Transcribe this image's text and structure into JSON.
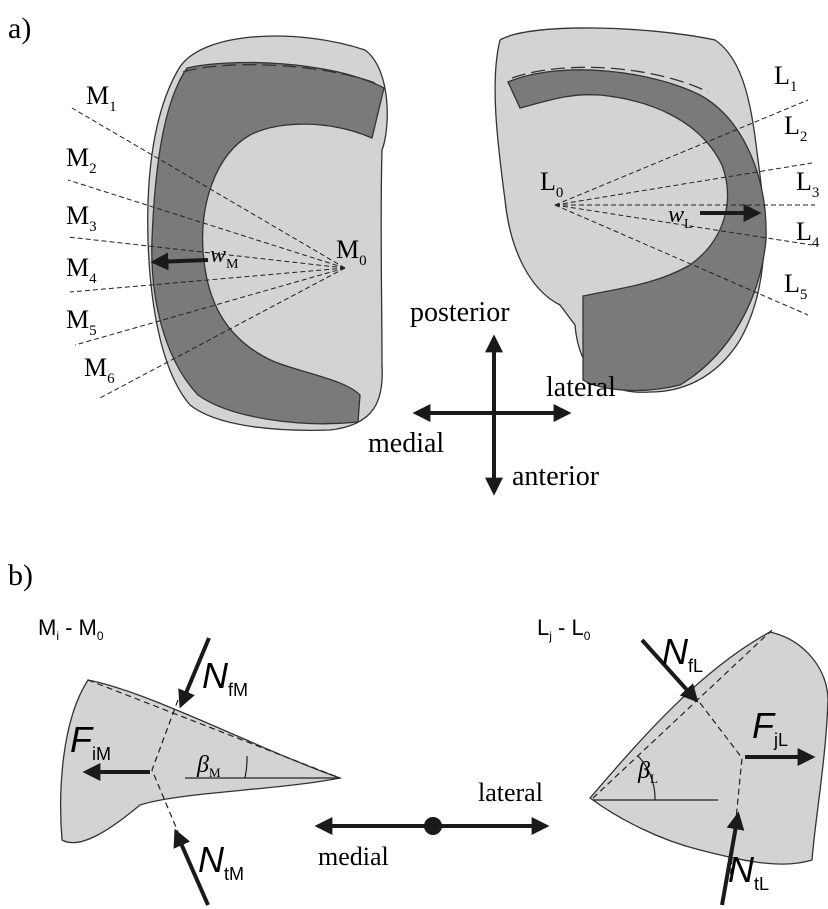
{
  "panel_a": {
    "label": "a)",
    "medial_lines": [
      "M",
      "M",
      "M",
      "M",
      "M",
      "M"
    ],
    "medial_subs": [
      "1",
      "2",
      "3",
      "4",
      "5",
      "6"
    ],
    "medial_center": "M",
    "medial_center_sub": "0",
    "lateral_lines": [
      "L",
      "L",
      "L",
      "L",
      "L"
    ],
    "lateral_subs": [
      "1",
      "2",
      "3",
      "4",
      "5"
    ],
    "lateral_center": "L",
    "lateral_center_sub": "0",
    "w_medial": "w",
    "w_medial_sub": "M",
    "w_lateral": "w",
    "w_lateral_sub": "L",
    "directions": {
      "posterior": "posterior",
      "lateral": "lateral",
      "medial": "medial",
      "anterior": "anterior"
    }
  },
  "panel_b": {
    "label": "b)",
    "left_section": "M",
    "left_section_sub_i": "i",
    "left_section_dash": " - M",
    "left_section_sub_0": "0",
    "right_section": "L",
    "right_section_sub_j": "j",
    "right_section_dash": " - L",
    "right_section_sub_0": "0",
    "N_fM": "N",
    "N_fM_sub": "fM",
    "N_tM": "N",
    "N_tM_sub": "tM",
    "F_iM": "F",
    "F_iM_sub": "iM",
    "beta_M": "β",
    "beta_M_sub": "M",
    "N_fL": "N",
    "N_fL_sub": "fL",
    "N_tL": "N",
    "N_tL_sub": "tL",
    "F_jL": "F",
    "F_jL_sub": "jL",
    "beta_L": "β",
    "beta_L_sub": "L",
    "lateral": "lateral",
    "medial": "medial"
  }
}
